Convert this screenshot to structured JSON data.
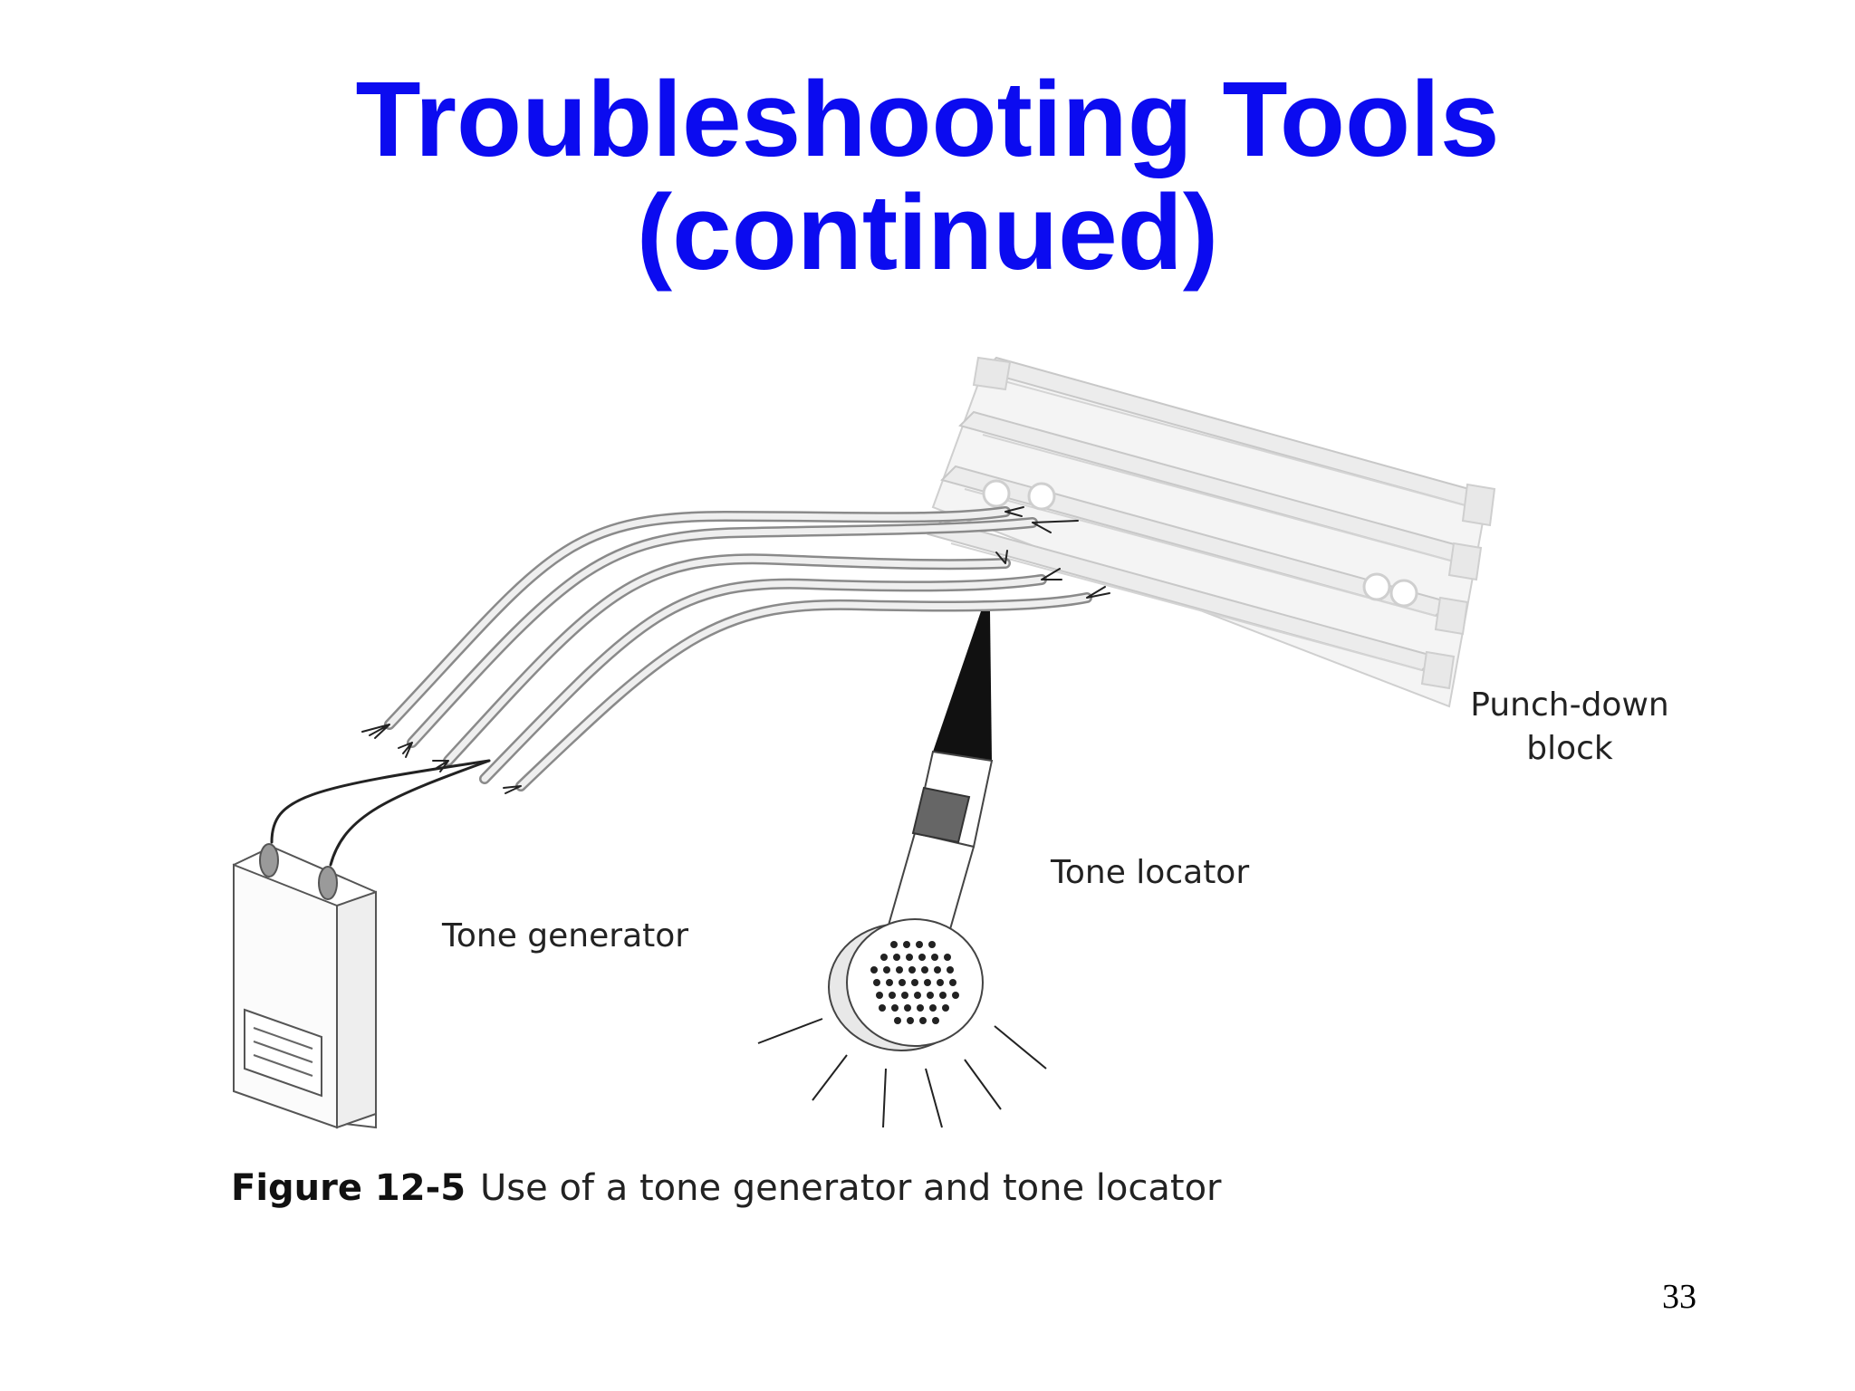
{
  "slide": {
    "title_line1": "Troubleshooting Tools",
    "title_line2": "(continued)",
    "page_number": "33"
  },
  "figure": {
    "labels": {
      "punch_down_line1": "Punch-down",
      "punch_down_line2": "block",
      "tone_locator": "Tone locator",
      "tone_generator": "Tone generator"
    },
    "caption": {
      "number": "Figure 12-5",
      "text": "Use of a tone generator and tone locator"
    }
  }
}
